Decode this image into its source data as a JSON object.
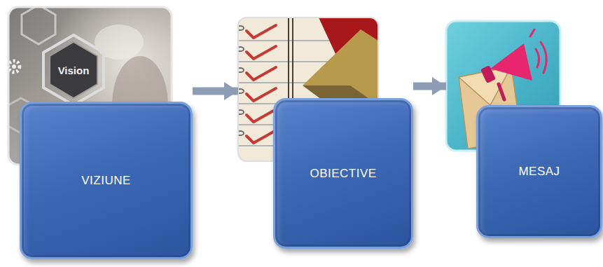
{
  "diagram": {
    "nodes": [
      {
        "text": [
          "VIZIUNE"
        ]
      },
      {
        "text": [
          "OBIECTIVE"
        ]
      },
      {
        "text": [
          "MESAJ"
        ]
      }
    ],
    "edges": [
      {
        "from": 0,
        "to": 1,
        "arrow": "to"
      },
      {
        "from": 1,
        "to": 2,
        "arrow": "to"
      }
    ],
    "labels": [
      "Vision"
    ]
  }
}
